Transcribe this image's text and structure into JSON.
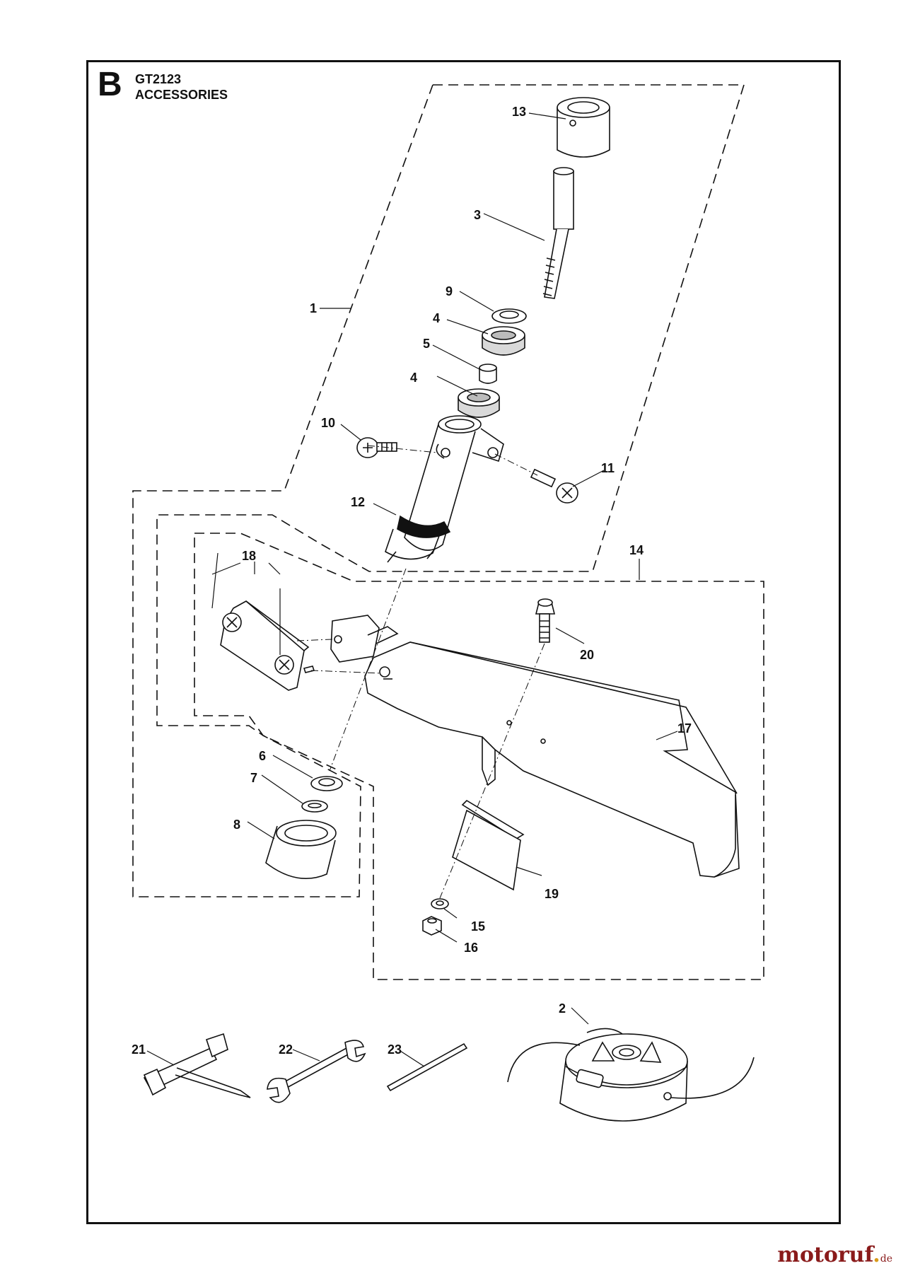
{
  "header": {
    "section_letter": "B",
    "model": "GT2123",
    "title": "ACCESSORIES"
  },
  "callouts": [
    "1",
    "2",
    "3",
    "4",
    "4",
    "5",
    "6",
    "7",
    "8",
    "9",
    "10",
    "11",
    "12",
    "13",
    "14",
    "15",
    "16",
    "17",
    "18",
    "19",
    "20",
    "21",
    "22",
    "23"
  ],
  "watermark": {
    "brand": "motoruf",
    "tld": "de"
  },
  "colors": {
    "line": "#111111",
    "fill": "#ffffff",
    "shade": "#d9d9d9",
    "watermark": "#8a1b1b"
  }
}
